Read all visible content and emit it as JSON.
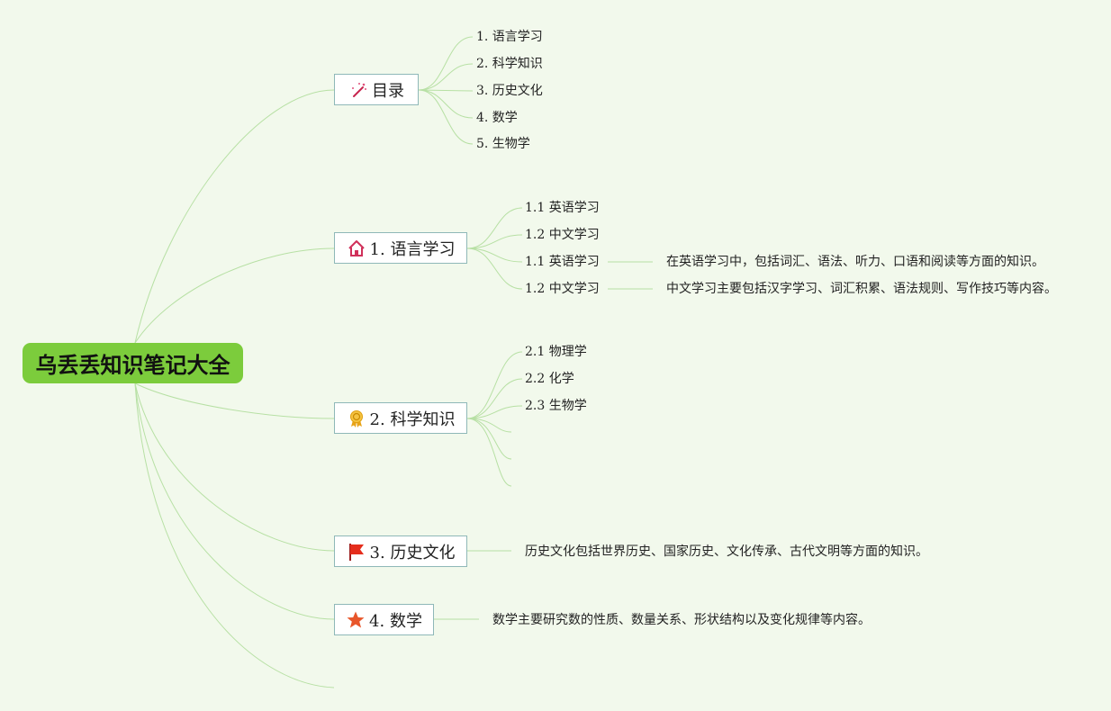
{
  "root": {
    "title": "乌丢丢知识笔记大全"
  },
  "topics": [
    {
      "label": "目录",
      "icon": "magic-wand-icon",
      "children": [
        "1. 语言学习",
        "2. 科学知识",
        "3. 历史文化",
        "4. 数学",
        "5. 生物学"
      ]
    },
    {
      "label": "1. 语言学习",
      "icon": "house-icon",
      "children": [
        "1.1 英语学习",
        "1.2 中文学习",
        "1.1 英语学习",
        "1.2 中文学习"
      ],
      "notes": [
        "在英语学习中，包括词汇、语法、听力、口语和阅读等方面的知识。",
        "中文学习主要包括汉字学习、词汇积累、语法规则、写作技巧等内容。"
      ]
    },
    {
      "label": "2. 科学知识",
      "icon": "award-medal-icon",
      "children": [
        "2.1 物理学",
        "2.2 化学",
        "2.3 生物学"
      ]
    },
    {
      "label": "3. 历史文化",
      "icon": "red-flag-icon",
      "note": "历史文化包括世界历史、国家历史、文化传承、古代文明等方面的知识。"
    },
    {
      "label": "4. 数学",
      "icon": "star-icon",
      "note": "数学主要研究数的性质、数量关系、形状结构以及变化规律等内容。"
    }
  ],
  "colors": {
    "background": "#f2f9ec",
    "root": "#7ccc3c",
    "connector": "#b7e0a4",
    "topic_border": "#8fb8b8"
  }
}
